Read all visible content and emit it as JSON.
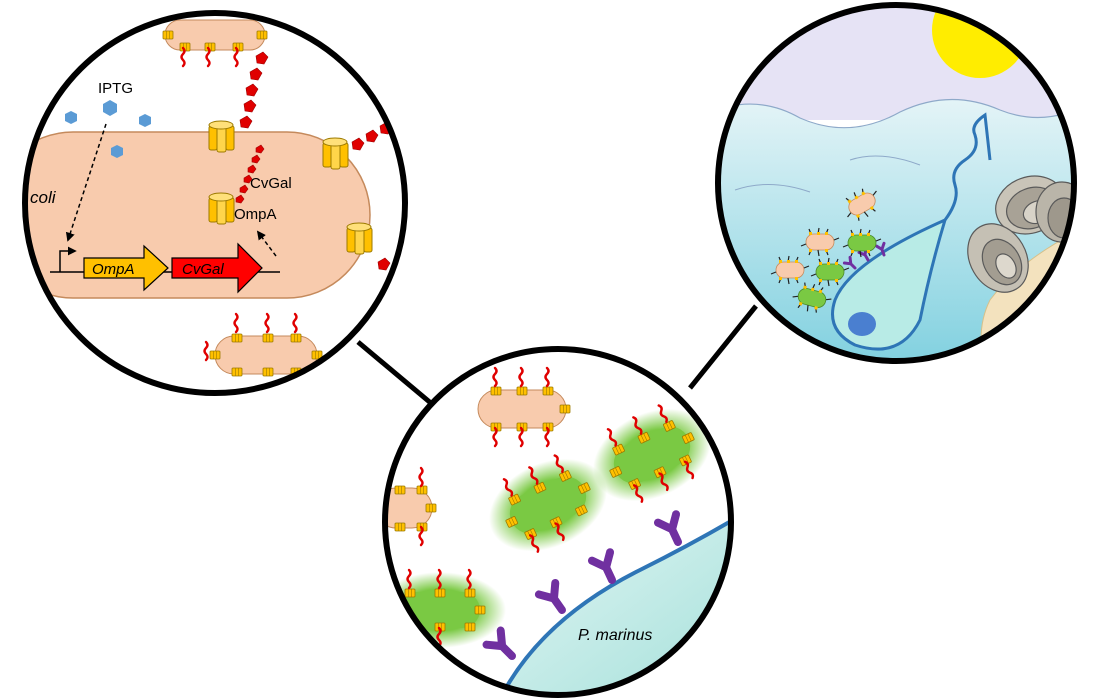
{
  "labels": {
    "iptg": "IPTG",
    "ecoli": "E.coli",
    "cvgal": "CvGal",
    "ompa": "OmpA",
    "gene_ompa": "OmpA",
    "gene_cvgal": "CvGal",
    "pmarinus": "P. marinus"
  },
  "colors": {
    "cell_fill": "#f8cbad",
    "cell_stroke": "#c58a5c",
    "ompa_yellow": "#ffc000",
    "ompa_stroke": "#b58900",
    "cvgal_red": "#ff0000",
    "glow_green": "#7ac943",
    "iptg_blue": "#5b9bd5",
    "receptor_purple": "#7030a0",
    "host_fill": "#c9ece8",
    "membrane_blue": "#2e75b6",
    "sun": "#ffed00",
    "sky": "#e6e3f5",
    "water": "#9fdbe6",
    "sand": "#f3e2be"
  },
  "icons": [
    "iptg-hexagon-icon",
    "promoter-arrow-icon",
    "ompa-barrel-icon",
    "cvgal-chain-icon",
    "receptor-icon",
    "sun-icon",
    "oyster-icon"
  ]
}
